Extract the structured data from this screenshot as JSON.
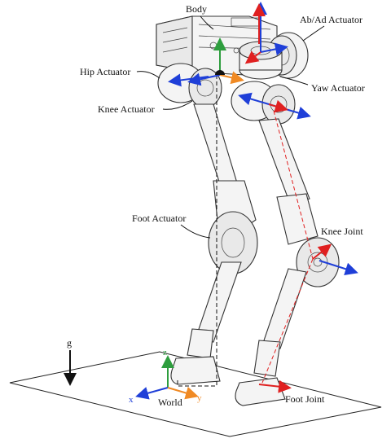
{
  "labels": {
    "body": "Body",
    "ab_ad_actuator": "Ab/Ad Actuator",
    "hip_actuator": "Hip Actuator",
    "yaw_actuator": "Yaw Actuator",
    "knee_actuator": "Knee Actuator",
    "foot_actuator": "Foot Actuator",
    "knee_joint": "Knee Joint",
    "foot_joint": "Foot Joint",
    "world": "World",
    "gravity": "g"
  },
  "axes": {
    "x": "x",
    "y": "y",
    "z": "z"
  },
  "colors": {
    "x_axis": "#1f3fd8",
    "y_axis": "#f08a24",
    "z_axis": "#2e9e3e",
    "joint_axis": "#e02020",
    "ink": "#111111"
  }
}
